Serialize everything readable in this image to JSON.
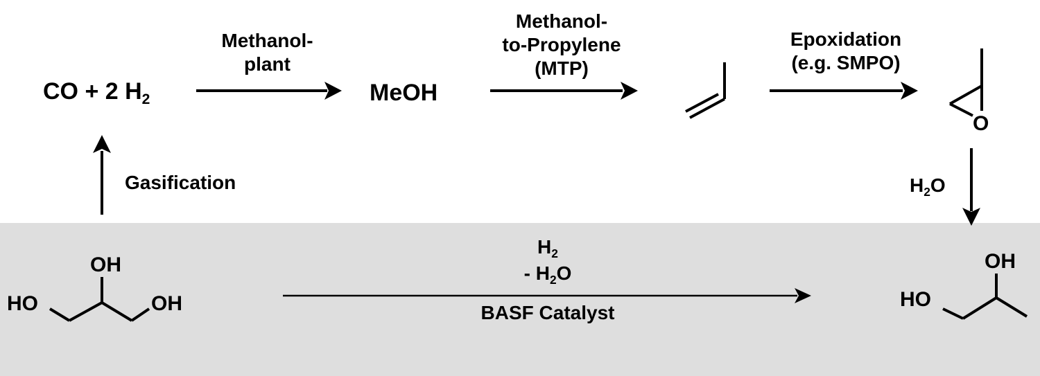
{
  "reaction": {
    "co_plus": "CO  +  2 H",
    "h2_sub": "2",
    "meoh": "MeOH",
    "step1_line1": "Methanol-",
    "step1_line2": "plant",
    "step2_line1": "Methanol-",
    "step2_line2": "to-Propylene",
    "step2_line3": "(MTP)",
    "step3_line1": "Epoxidation",
    "step3_line2": "(e.g. SMPO)",
    "epoxide_o": "O",
    "gasification": "Gasification",
    "water_h": "H",
    "water_sub": "2",
    "water_o": "O"
  },
  "glycerol": {
    "oh_top": "OH",
    "ho_left": "HO",
    "oh_right": "OH"
  },
  "direct": {
    "h2_h": "H",
    "h2_sub": "2",
    "minus_h": "- H",
    "minus_sub": "2",
    "minus_o": "O",
    "catalyst": "BASF Catalyst"
  },
  "propanediol": {
    "oh_top": "OH",
    "ho_left": "HO"
  },
  "colors": {
    "band": "#dedede",
    "ink": "#000000"
  }
}
